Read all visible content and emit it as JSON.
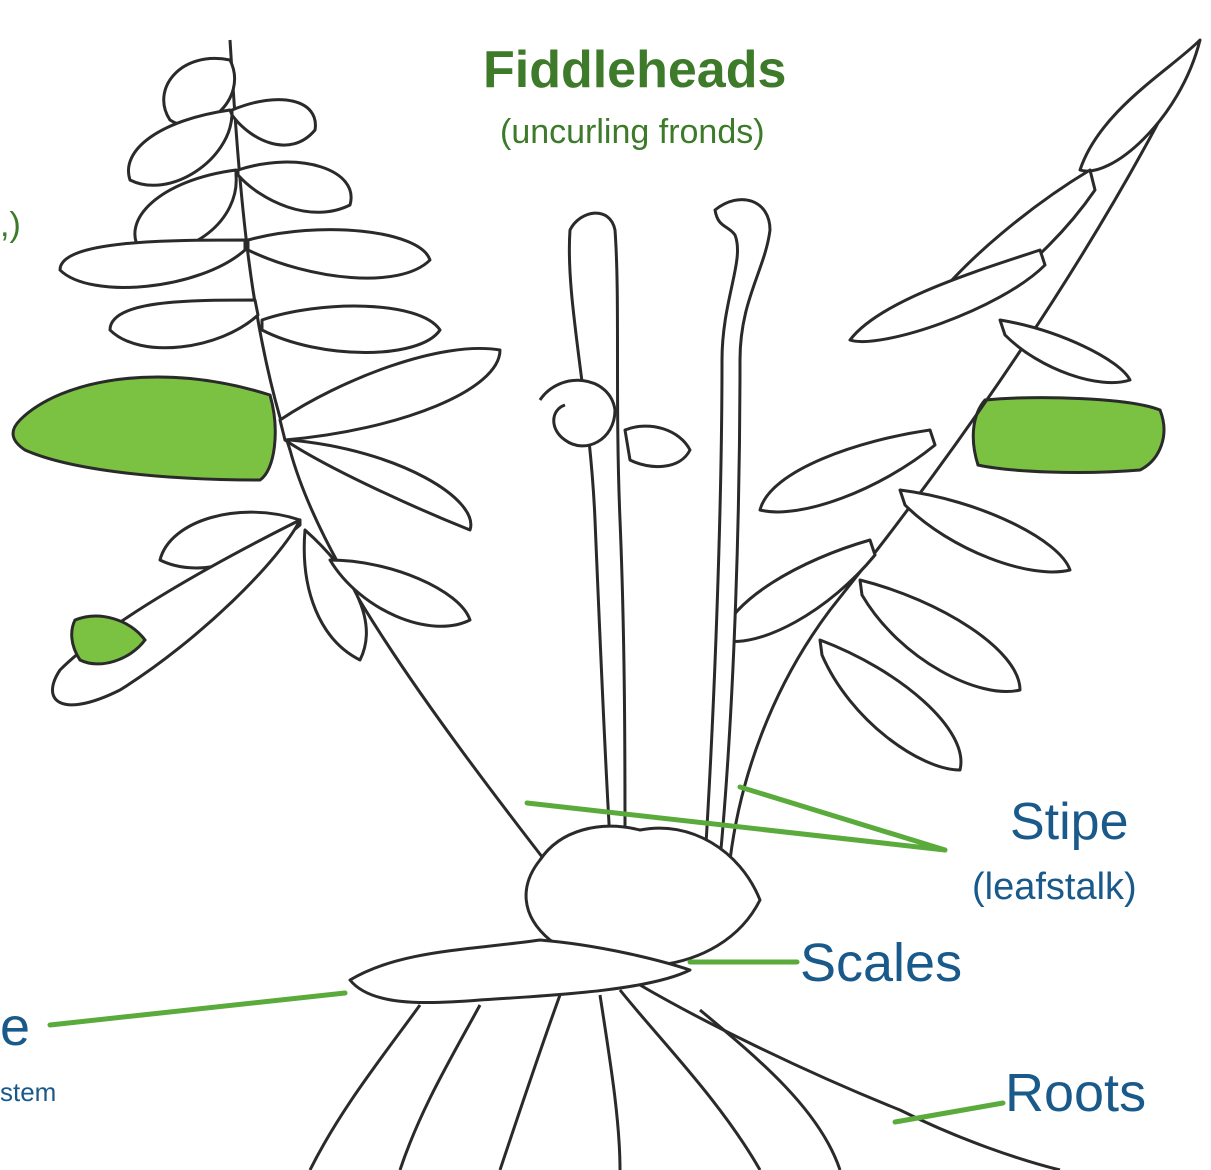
{
  "title": "Fiddleheads",
  "subtitle": "(uncurling fronds)",
  "partial_left_label": ",)",
  "labels": {
    "stipe": "Stipe",
    "stipe_note": "(leafstalk)",
    "scales": "Scales",
    "rhizome_partial": "e",
    "rhizome_note_partial": "stem",
    "roots": "Roots"
  },
  "colors": {
    "title_green": "#3d7a2a",
    "label_blue": "#1a5a8a",
    "pointer_green": "#5aab3c",
    "leaf_fill_green": "#7cc242",
    "ink": "#2a2a2a"
  }
}
